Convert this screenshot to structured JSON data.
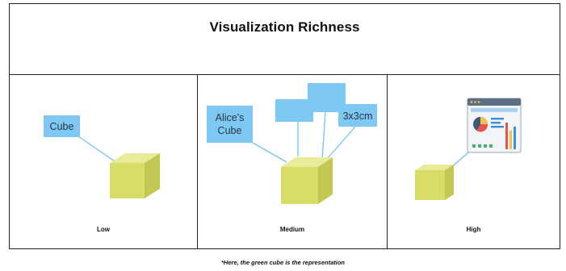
{
  "title": "Visualization Richness",
  "levels": [
    {
      "label": "Low",
      "tags": [
        "Cube"
      ]
    },
    {
      "label": "Medium",
      "tags": [
        "Alice's",
        "Cube",
        "3x3cm"
      ]
    },
    {
      "label": "High"
    }
  ],
  "footnote": "*Here, the green cube is the representation",
  "colors": {
    "cube": "#d7dd66",
    "tag": "#7ec8f4",
    "leader_line": "#6ec4ec",
    "border": "#222222"
  }
}
